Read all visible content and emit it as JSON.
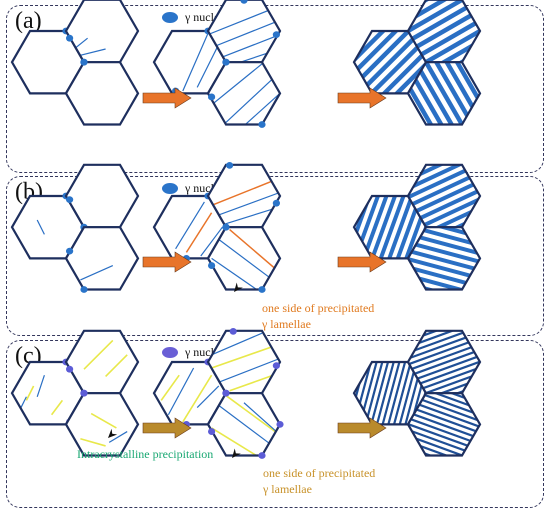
{
  "panels": [
    {
      "label": "(a)",
      "legend": "γ nucleation",
      "dot": "#2a74c9"
    },
    {
      "label": "(b)",
      "legend": "γ nucleation",
      "dot": "#2a74c9",
      "note1": "one side of precipitated",
      "note2": "γ lamellae"
    },
    {
      "label": "(c)",
      "legend": "γ nucleation",
      "dot": "#6a5fd6",
      "intra": "Intracrystalline precipitation",
      "note1": "one side of precipitated",
      "note2": "γ lamellae"
    }
  ],
  "colors": {
    "grain_edge": "#1e2f5e",
    "blue": "#2a6fc4",
    "dark_blue": "#1f4f96",
    "orange": "#e8742a",
    "gold": "#b98a2c",
    "yellow": "#e8e84a",
    "green": "#1aa873"
  }
}
